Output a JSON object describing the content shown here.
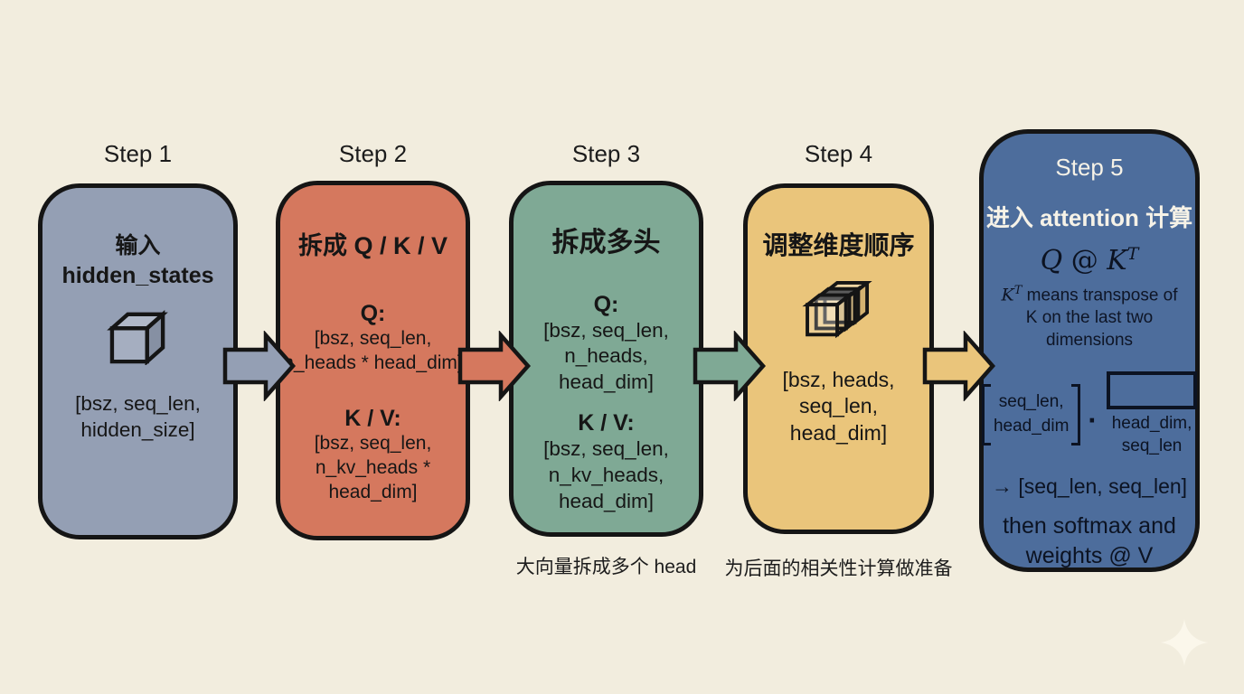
{
  "colors": {
    "background": "#f2edde",
    "outline": "#151515",
    "step1_fill": "#949fb4",
    "step2_fill": "#d5785e",
    "step3_fill": "#7fa995",
    "step4_fill": "#eac57b",
    "step5_fill": "#4d6d9c",
    "step5_heading_text": "#f6f2e7",
    "body_text": "#161616"
  },
  "steps": [
    {
      "label": "Step 1",
      "icon": "cube-icon",
      "title_line1": "输入",
      "title_line2": "hidden_states",
      "dims_line1": "[bsz, seq_len,",
      "dims_line2": "hidden_size]"
    },
    {
      "label": "Step 2",
      "title": "拆成 Q / K / V",
      "q_label": "Q:",
      "q_dims_line1": "[bsz, seq_len,",
      "q_dims_line2": "n_heads * head_dim]",
      "kv_label": "K / V:",
      "kv_dims_line1": "[bsz, seq_len,",
      "kv_dims_line2": "n_kv_heads *",
      "kv_dims_line3": "head_dim]"
    },
    {
      "label": "Step 3",
      "title": "拆成多头",
      "q_label": "Q:",
      "q_dims_line1": "[bsz, seq_len,",
      "q_dims_line2": "n_heads,",
      "q_dims_line3": "head_dim]",
      "kv_label": "K / V:",
      "kv_dims_line1": "[bsz, seq_len,",
      "kv_dims_line2": "n_kv_heads,",
      "kv_dims_line3": "head_dim]",
      "caption": "大向量拆成多个 head"
    },
    {
      "label": "Step 4",
      "icon": "stacked-cubes-icon",
      "title": "调整维度顺序",
      "dims_line1": "[bsz, heads,",
      "dims_line2": "seq_len,",
      "dims_line3": "head_dim]",
      "caption": "为后面的相关性计算做准备"
    },
    {
      "label": "Step 5",
      "title": "进入 attention 计算",
      "formula": {
        "q": "Q",
        "at": " @ ",
        "k": "K",
        "sup": "T"
      },
      "note": {
        "k": "K",
        "sup": "T",
        "text": " means transpose of K on the last two dimensions"
      },
      "matmul": {
        "left_line1": "seq_len,",
        "left_line2": "head_dim",
        "operator": "·",
        "right_line1": "head_dim,",
        "right_line2": "seq_len"
      },
      "result": "→ [seq_len, seq_len]",
      "footer_line1": "then softmax and",
      "footer_line2": "weights @ V"
    }
  ]
}
